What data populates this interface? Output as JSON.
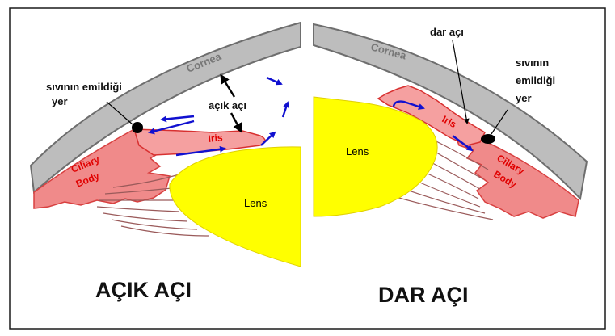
{
  "panels": {
    "left": {
      "title": "AÇIK AÇI",
      "cornea": "Cornea",
      "iris": "Iris",
      "ciliary_line1": "Ciliary",
      "ciliary_line2": "Body",
      "lens": "Lens",
      "drain_line1": "sıvının emildiği",
      "drain_line2": "yer",
      "angle": "açık açı"
    },
    "right": {
      "title": "DAR AÇI",
      "cornea": "Cornea",
      "iris": "Iris",
      "ciliary_line1": "Ciliary",
      "ciliary_line2": "Body",
      "lens": "Lens",
      "drain_line1": "sıvının",
      "drain_line2": "emildiği",
      "drain_line3": "yer",
      "angle": "dar açı"
    }
  },
  "colors": {
    "cornea": "#bdbdbd",
    "ciliary": "#f08a8a",
    "lens": "#ffff00",
    "flow_arrows": "#1010d0",
    "labels_red": "#e00000"
  }
}
